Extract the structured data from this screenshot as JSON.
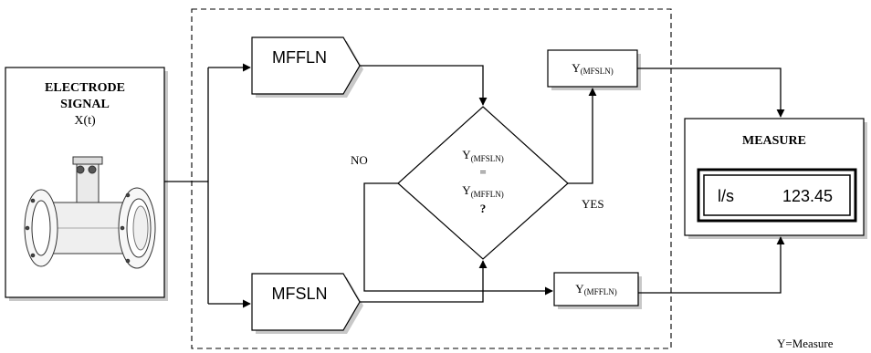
{
  "electrode": {
    "title_line1": "ELECTRODE",
    "title_line2": "SIGNAL",
    "signal": "X(t)"
  },
  "mffln_block": {
    "label": "MFFLN"
  },
  "mfsln_block": {
    "label": "MFSLN"
  },
  "decision": {
    "line1_main": "Y",
    "line1_sub": "(MFSLN)",
    "equals": "=",
    "line2_main": "Y",
    "line2_sub": "(MFFLN)",
    "question": "?",
    "no_label": "NO",
    "yes_label": "YES"
  },
  "output_top": {
    "main": "Y",
    "sub": "(MFSLN)"
  },
  "output_bottom": {
    "main": "Y",
    "sub": "(MFFLN)"
  },
  "measure": {
    "title": "MEASURE",
    "unit": "l/s",
    "value": "123.45"
  },
  "legend": {
    "text": "Y=Measure"
  }
}
